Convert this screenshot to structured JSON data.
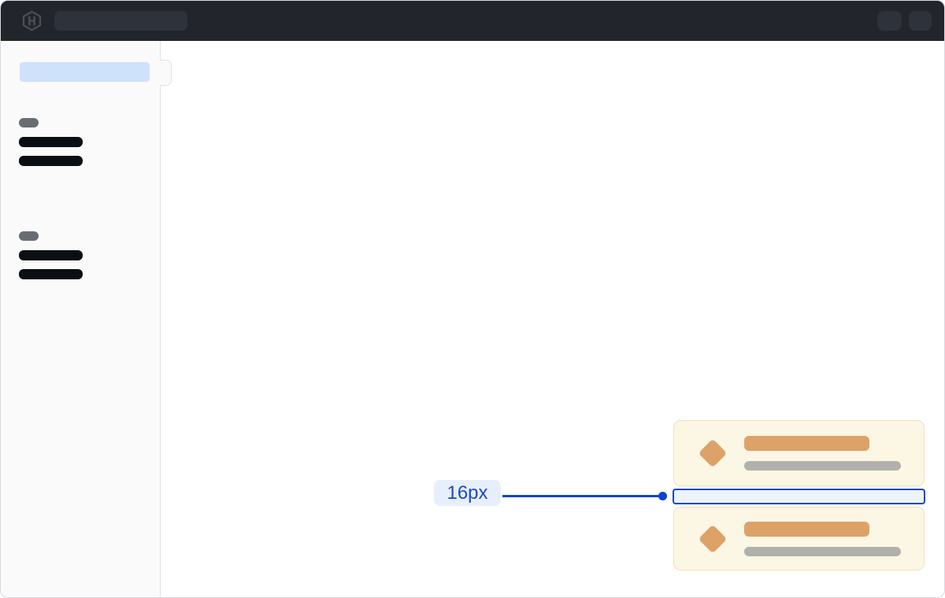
{
  "topbar": {
    "logo_icon": "hashicorp-logo",
    "search_skeleton": "pill",
    "action_skeletons": 2
  },
  "sidebar": {
    "active_item_skeleton": 1,
    "toggle": "collapse-handle",
    "sections": [
      {
        "label_skeleton": "pill",
        "item_skeletons": 2
      },
      {
        "label_skeleton": "pill",
        "item_skeletons": 2
      }
    ]
  },
  "content": {
    "cards": [
      {
        "icon": "diamond",
        "title_skeleton": "bar",
        "subtitle_skeleton": "bar"
      },
      {
        "icon": "diamond",
        "title_skeleton": "bar",
        "subtitle_skeleton": "bar"
      }
    ]
  },
  "annotation": {
    "label": "16px"
  },
  "colors": {
    "page_bg": "#ffffff",
    "page_border": "#d9d9de",
    "topbar_bg": "#22252b",
    "topbar_skeleton": "#2e323a",
    "logo_mark": "#4b4f57",
    "sidebar_bg": "#fafafa",
    "sidebar_border": "#e1e1e5",
    "active_item_bg": "#cfe2fc",
    "section_label": "#686d74",
    "nav_item": "#0b0e13",
    "card_bg": "#fcf6e4",
    "card_border": "#f2e1b6",
    "card_accent": "#dda267",
    "card_muted": "#b2b0ac",
    "measure_blue": "#0b45d1",
    "measure_text": "#1848cf",
    "measure_label_bg": "#e8effc",
    "measure_fill": "#edf3fd"
  }
}
